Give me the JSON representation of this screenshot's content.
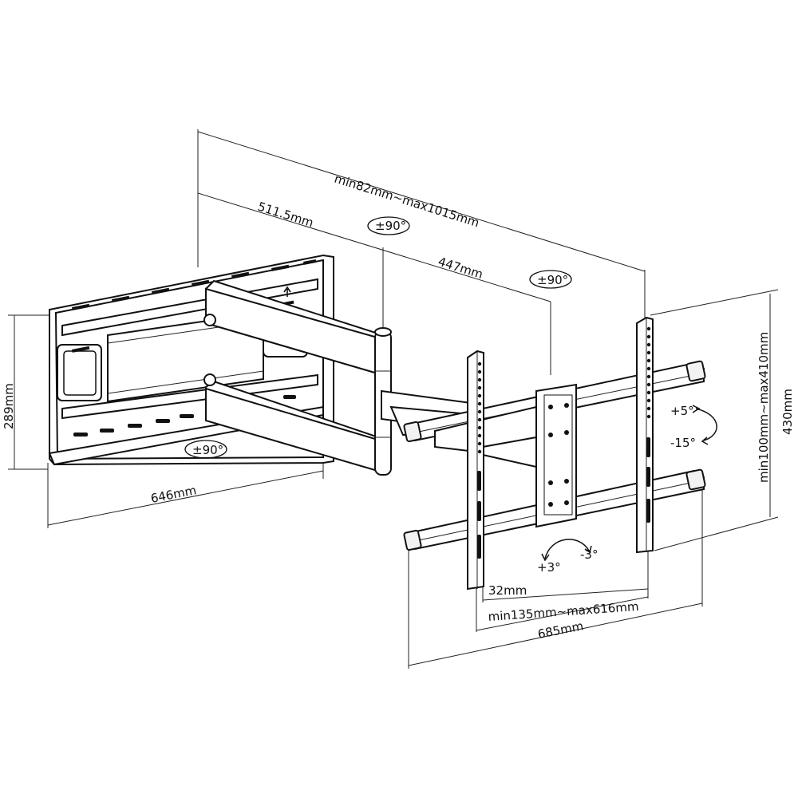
{
  "dimensions": {
    "extension_range": "min82mm~max1015mm",
    "arm1_length": "511.5mm",
    "arm2_length": "447mm",
    "wall_plate_height": "289mm",
    "wall_plate_width": "646mm",
    "vesa_height_range": "min100mm~max410mm",
    "bracket_height": "430mm",
    "rail_offset": "32mm",
    "vesa_width_range": "min135mm~max616mm",
    "rail_width": "685mm"
  },
  "rotations": {
    "swivel_wall": "±90°",
    "swivel_joint_1": "±90°",
    "swivel_joint_2": "±90°",
    "tilt_up": "+5°",
    "tilt_down": "-15°",
    "level_plus": "+3°",
    "level_minus": "-3°"
  }
}
